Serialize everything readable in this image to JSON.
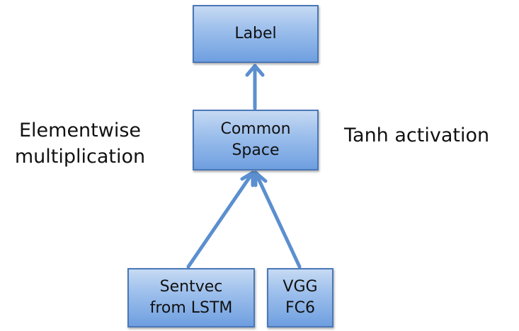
{
  "nodes": {
    "label": {
      "lines": [
        "Label"
      ]
    },
    "common_space": {
      "lines": [
        "Common",
        "Space"
      ]
    },
    "sentvec": {
      "lines": [
        "Sentvec",
        "from LSTM"
      ]
    },
    "vgg": {
      "lines": [
        "VGG",
        "FC6"
      ]
    }
  },
  "annotations": {
    "elementwise": [
      "Elementwise",
      "multiplication"
    ],
    "tanh": "Tanh activation"
  },
  "colors": {
    "box_fill_top": "#c6daf3",
    "box_fill_bottom": "#6f9fe0",
    "box_border": "#4a78b8",
    "arrow": "#5b8fcf"
  }
}
